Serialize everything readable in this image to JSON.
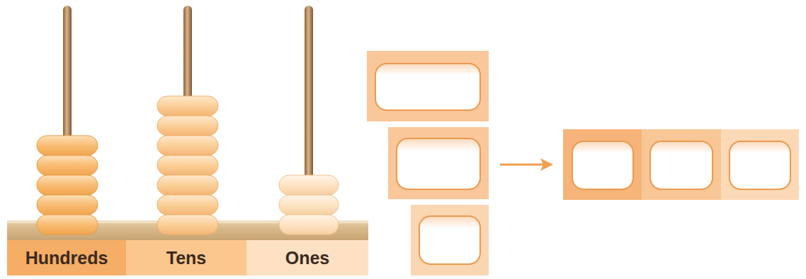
{
  "diagram": {
    "nodes": [
      {
        "text": [
          "Hundreds"
        ]
      },
      {
        "text": [
          "Tens"
        ]
      },
      {
        "text": [
          "Ones"
        ]
      }
    ]
  }
}
